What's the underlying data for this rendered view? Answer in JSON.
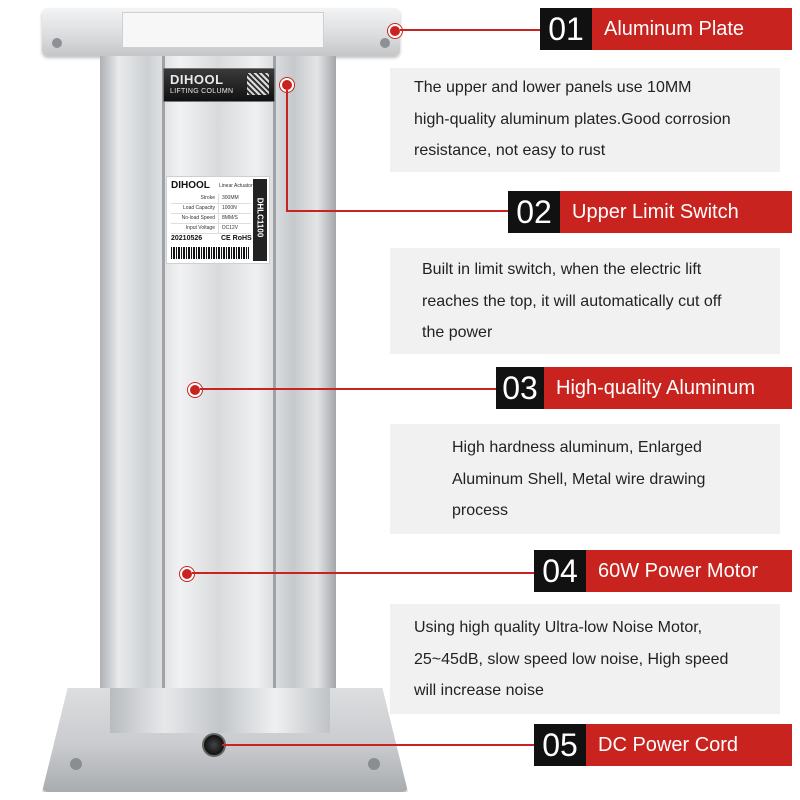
{
  "product": {
    "badge_brand": "DIHOOL",
    "badge_sub": "LIFTING COLUMN",
    "label_brand": "DIHOOL",
    "label_type": "Linear Actuator",
    "specs": [
      {
        "k": "Stroke",
        "v": "300MM"
      },
      {
        "k": "Load Capacity",
        "v": "1000N"
      },
      {
        "k": "No-load Speed",
        "v": "8MM/S"
      },
      {
        "k": "Input Voltage",
        "v": "DC12V"
      }
    ],
    "label_date": "20210526",
    "label_cert": "CE RoHS",
    "label_model": "DHLC1100"
  },
  "features": [
    {
      "num": "01",
      "title": "Aluminum Plate",
      "lines": [
        "The upper and lower panels use 10MM",
        "high-quality aluminum plates.Good corrosion",
        "resistance, not easy to rust"
      ]
    },
    {
      "num": "02",
      "title": "Upper Limit Switch",
      "lines": [
        "Built in limit switch, when the electric lift",
        "reaches the top, it will automatically cut off",
        "the power"
      ]
    },
    {
      "num": "03",
      "title": "High-quality Aluminum",
      "lines": [
        "High hardness aluminum, Enlarged",
        "Aluminum Shell, Metal wire drawing",
        "process"
      ]
    },
    {
      "num": "04",
      "title": "60W Power Motor",
      "lines": [
        "Using high quality Ultra-low Noise Motor,",
        "25~45dB, slow speed low noise, High speed",
        "will increase noise"
      ]
    },
    {
      "num": "05",
      "title": "DC Power Cord",
      "lines": []
    }
  ],
  "colors": {
    "accent": "#c8231e",
    "number_bg": "#111111",
    "desc_bg": "#f1f1f1"
  }
}
